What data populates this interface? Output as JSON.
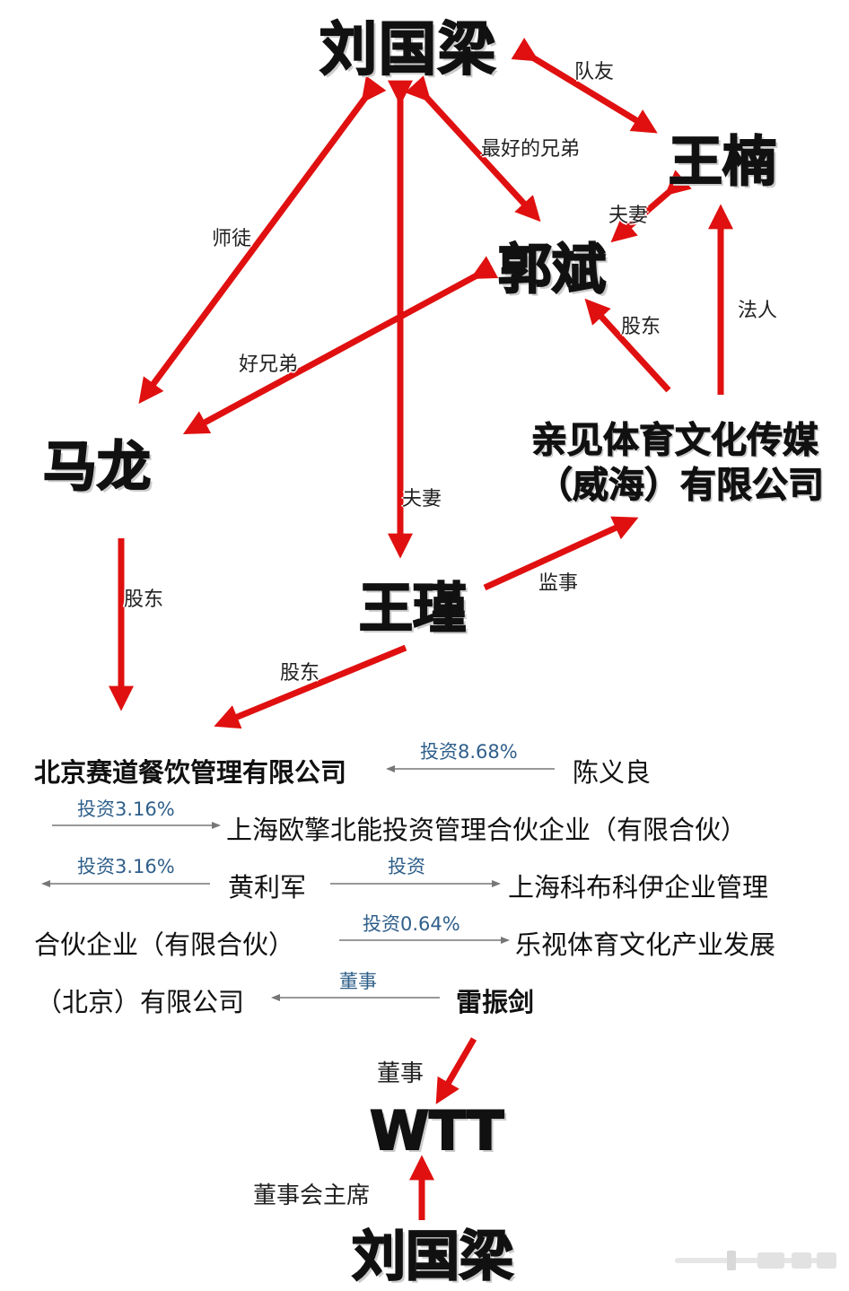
{
  "colors": {
    "arrow": "#e01010",
    "thin_arrow": "#777777",
    "invest_label": "#2f5f8a",
    "text": "#111111"
  },
  "nodes": {
    "liu_top": "刘国梁",
    "wang_nan": "王楠",
    "guo_bin": "郭斌",
    "ma_long": "马龙",
    "qinjian_line1": "亲见体育文化传媒",
    "qinjian_line2": "（威海）有限公司",
    "wang_jin": "王瑾",
    "wtt": "WTT",
    "liu_bottom": "刘国梁"
  },
  "edges": {
    "teammate": "队友",
    "best_brother": "最好的兄弟",
    "mentor": "师徒",
    "couple_guo": "夫妻",
    "good_brother": "好兄弟",
    "shareholder_guo": "股东",
    "legal_person": "法人",
    "couple_liu": "夫妻",
    "shareholder_ma": "股东",
    "supervisor": "监事",
    "shareholder_wang": "股东",
    "director_wtt": "董事",
    "chairman": "董事会主席"
  },
  "corp_section": {
    "beijing_saidao": "北京赛道餐饮管理有限公司",
    "invest_868": "投资8.68%",
    "chen_yiliang": "陈义良",
    "invest_316_a": "投资3.16%",
    "shanghai_ouqing": "上海欧擎北能投资管理合伙企业（有限合伙）",
    "invest_316_b": "投资3.16%",
    "huang_lijun": "黄利军",
    "invest": "投资",
    "shanghai_kebu": "上海科布科伊企业管理",
    "partnership": "合伙企业（有限合伙）",
    "invest_064": "投资0.64%",
    "leshi": "乐视体育文化产业发展",
    "beijing_ltd": "（北京）有限公司",
    "director": "董事",
    "lei_zhenjian": "雷振剑"
  }
}
